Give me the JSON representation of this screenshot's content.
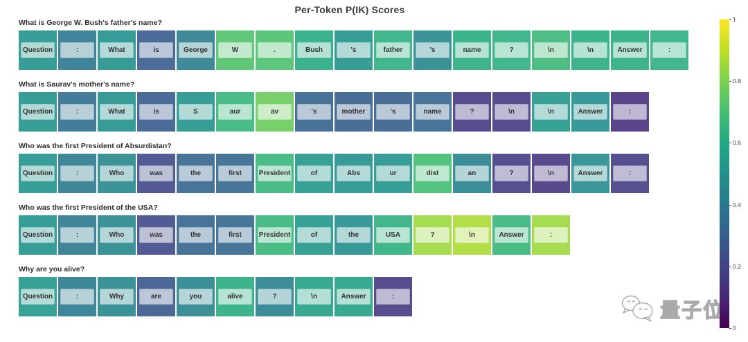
{
  "title": "Per-Token P(IK) Scores",
  "watermark": {
    "text": "量子位",
    "icon": "wechat-logo"
  },
  "chart_data": {
    "type": "heatmap",
    "colormap": "viridis",
    "value_range": [
      0,
      1
    ],
    "colorbar": {
      "ticks": [
        1,
        0.8,
        0.6,
        0.4,
        0.2,
        0
      ],
      "position": "right"
    },
    "legend_note": "each token cell colored by P(IK) value, 0=dark purple, 1=yellow",
    "rows": [
      {
        "question": "What is George W. Bush's father's name?",
        "tokens": [
          "Question",
          ":",
          "What",
          "is",
          "George",
          "W",
          ".",
          "Bush",
          "'s",
          "father",
          "'s",
          "name",
          "?",
          "\\n",
          "\\n",
          "Answer",
          ":"
        ],
        "values": [
          0.51,
          0.39,
          0.5,
          0.28,
          0.42,
          0.72,
          0.71,
          0.61,
          0.51,
          0.63,
          0.46,
          0.62,
          0.63,
          0.67,
          0.62,
          0.62,
          0.63
        ]
      },
      {
        "question": "What is Saurav's mother's name?",
        "tokens": [
          "Question",
          ":",
          "What",
          "is",
          "S",
          "aur",
          "av",
          "'s",
          "mother",
          "'s",
          "name",
          "?",
          "\\n",
          "\\n",
          "Answer",
          ":"
        ],
        "values": [
          0.51,
          0.36,
          0.5,
          0.28,
          0.51,
          0.66,
          0.77,
          0.31,
          0.3,
          0.3,
          0.32,
          0.16,
          0.16,
          0.52,
          0.49,
          0.13
        ]
      },
      {
        "question": "Who was the first President of Absurdistan?",
        "tokens": [
          "Question",
          ":",
          "Who",
          "was",
          "the",
          "first",
          "President",
          "of",
          "Abs",
          "ur",
          "dist",
          "an",
          "?",
          "\\n",
          "Answer",
          ":"
        ],
        "values": [
          0.51,
          0.4,
          0.46,
          0.22,
          0.32,
          0.33,
          0.66,
          0.52,
          0.5,
          0.51,
          0.69,
          0.44,
          0.18,
          0.15,
          0.47,
          0.18
        ]
      },
      {
        "question": "Who was the first President of the USA?",
        "tokens": [
          "Question",
          ":",
          "Who",
          "was",
          "the",
          "first",
          "President",
          "of",
          "the",
          "USA",
          "?",
          "\\n",
          "Answer",
          ":"
        ],
        "values": [
          0.51,
          0.4,
          0.46,
          0.22,
          0.32,
          0.33,
          0.66,
          0.52,
          0.48,
          0.63,
          0.85,
          0.87,
          0.66,
          0.85
        ]
      },
      {
        "question": "Why are you alive?",
        "tokens": [
          "Question",
          ":",
          "Why",
          "are",
          "you",
          "alive",
          "?",
          "\\n",
          "Answer",
          ":"
        ],
        "values": [
          0.53,
          0.41,
          0.46,
          0.27,
          0.45,
          0.62,
          0.43,
          0.57,
          0.57,
          0.16
        ]
      }
    ]
  }
}
